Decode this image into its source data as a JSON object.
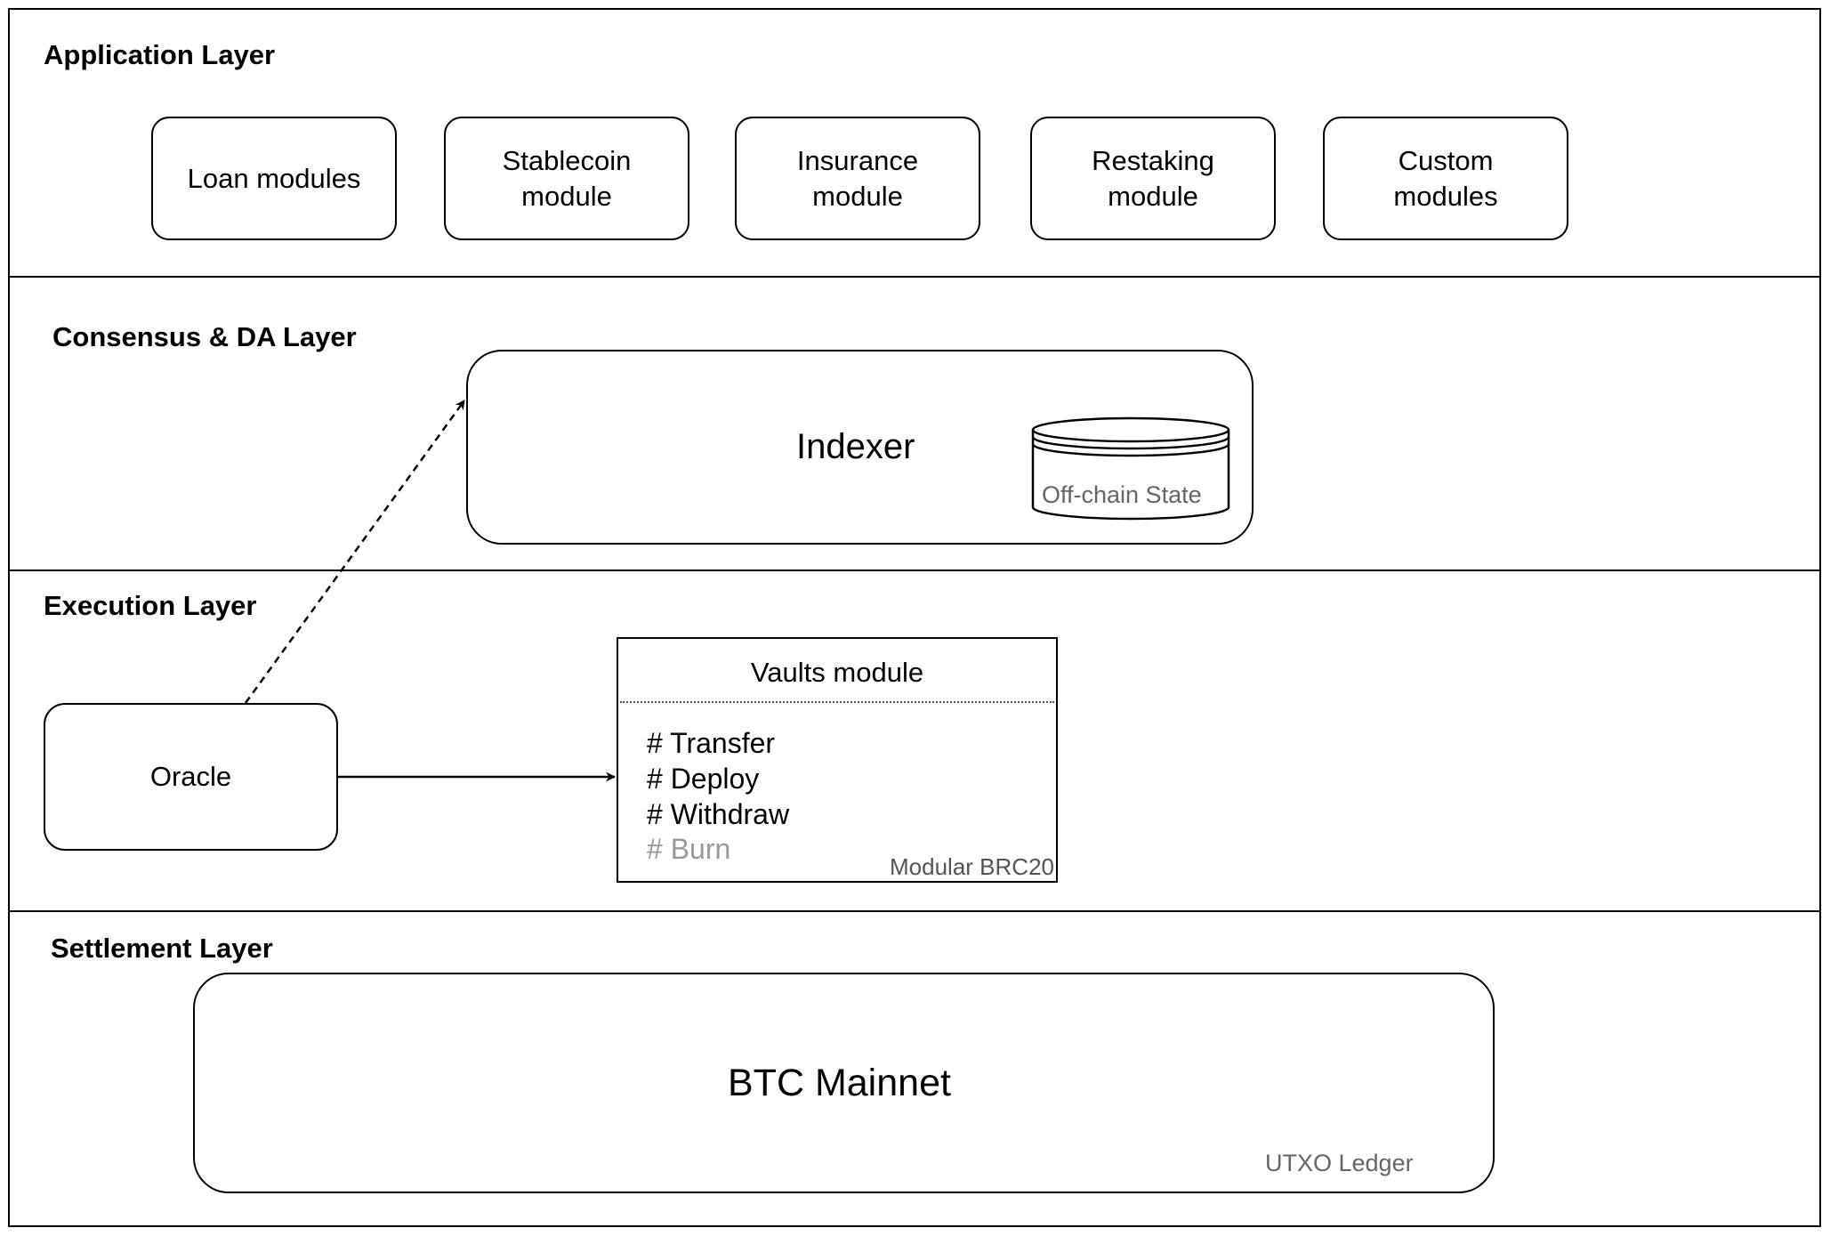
{
  "layers": {
    "application": {
      "title": "Application Layer",
      "modules": [
        "Loan modules",
        "Stablecoin module",
        "Insurance module",
        "Restaking module",
        "Custom modules"
      ]
    },
    "consensus": {
      "title": "Consensus & DA Layer",
      "indexer_label": "Indexer",
      "store_label": "Off-chain State"
    },
    "execution": {
      "title": "Execution Layer",
      "oracle_label": "Oracle",
      "vault": {
        "title": "Vaults module",
        "items": [
          "# Transfer",
          "# Deploy",
          "# Withdraw",
          "# Burn"
        ],
        "footer": "Modular BRC20"
      }
    },
    "settlement": {
      "title": "Settlement Layer",
      "mainnet_label": "BTC Mainnet",
      "store_label": "UTXO Ledger"
    }
  }
}
